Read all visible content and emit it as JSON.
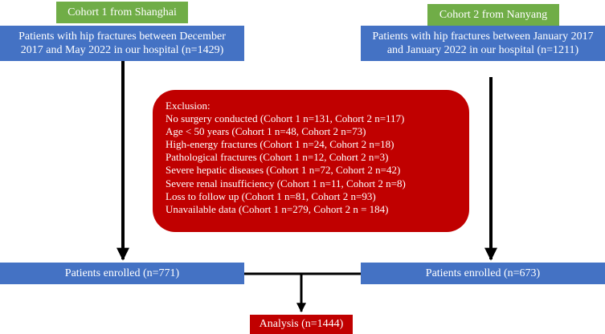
{
  "cohort1": {
    "label": "Cohort 1 from Shanghai",
    "line1": "Patients with hip fractures between December",
    "line2": "2017 and May 2022 in our hospital (n=1429)",
    "enrolled": "Patients enrolled (n=771)"
  },
  "cohort2": {
    "label": "Cohort 2 from Nanyang",
    "line1": "Patients with hip fractures between January 2017",
    "line2": "and January 2022 in our hospital (n=1211)",
    "enrolled": "Patients enrolled (n=673)"
  },
  "exclusion": {
    "title": "Exclusion:",
    "items": [
      "No surgery conducted (Cohort 1 n=131, Cohort 2 n=117)",
      "Age < 50 years (Cohort 1 n=48, Cohort 2 n=73)",
      "High-energy fractures (Cohort 1 n=24, Cohort 2 n=18)",
      "Pathological fractures (Cohort 1 n=12, Cohort 2 n=3)",
      "Severe hepatic diseases (Cohort 1 n=72, Cohort 2 n=42)",
      "Severe renal insufficiency (Cohort 1 n=11, Cohort 2 n=8)",
      "Loss to follow up (Cohort 1 n=81, Cohort 2 n=93)",
      "Unavailable data (Cohort 1 n=279, Cohort 2 n = 184)"
    ]
  },
  "analysis": "Analysis (n=1444)",
  "colors": {
    "label": "#70ad47",
    "box": "#4472c4",
    "exclusion": "#c00000",
    "arrow": "#000000"
  }
}
